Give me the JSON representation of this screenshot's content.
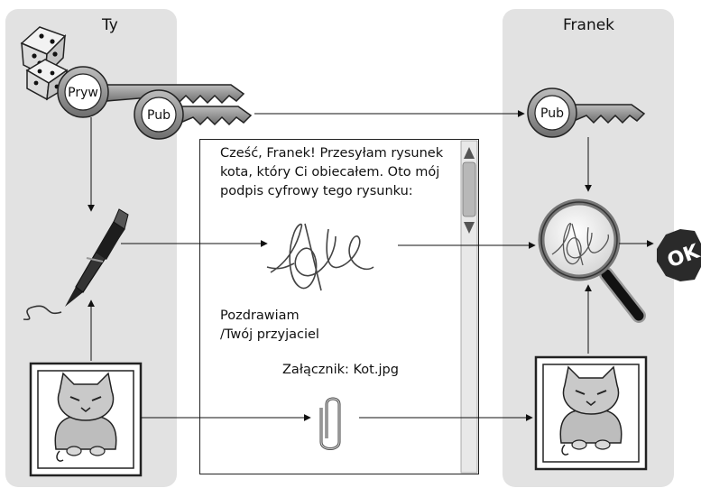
{
  "lanes": {
    "left_title": "Ty",
    "right_title": "Franek"
  },
  "keys": {
    "private": "Pryw",
    "public_left": "Pub",
    "public_right": "Pub"
  },
  "letter": {
    "intro": "Cześć, Franek! Przesyłam rysunek kota, który Ci obiecałem. Oto mój podpis cyfrowy tego rysunku:",
    "closing_line1": "Pozdrawiam",
    "closing_line2": "/Twój przyjaciel",
    "attachment": "Załącznik: Kot.jpg"
  },
  "result": {
    "badge": "OK"
  }
}
